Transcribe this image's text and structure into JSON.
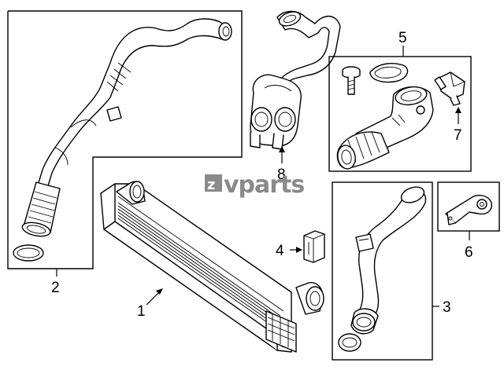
{
  "watermark": {
    "text": "vparts",
    "emblem": "z"
  },
  "callouts": [
    {
      "id": "1",
      "label": "1"
    },
    {
      "id": "2",
      "label": "2"
    },
    {
      "id": "3",
      "label": "3"
    },
    {
      "id": "4",
      "label": "4"
    },
    {
      "id": "5",
      "label": "5"
    },
    {
      "id": "6",
      "label": "6"
    },
    {
      "id": "7",
      "label": "7"
    },
    {
      "id": "8",
      "label": "8"
    }
  ]
}
